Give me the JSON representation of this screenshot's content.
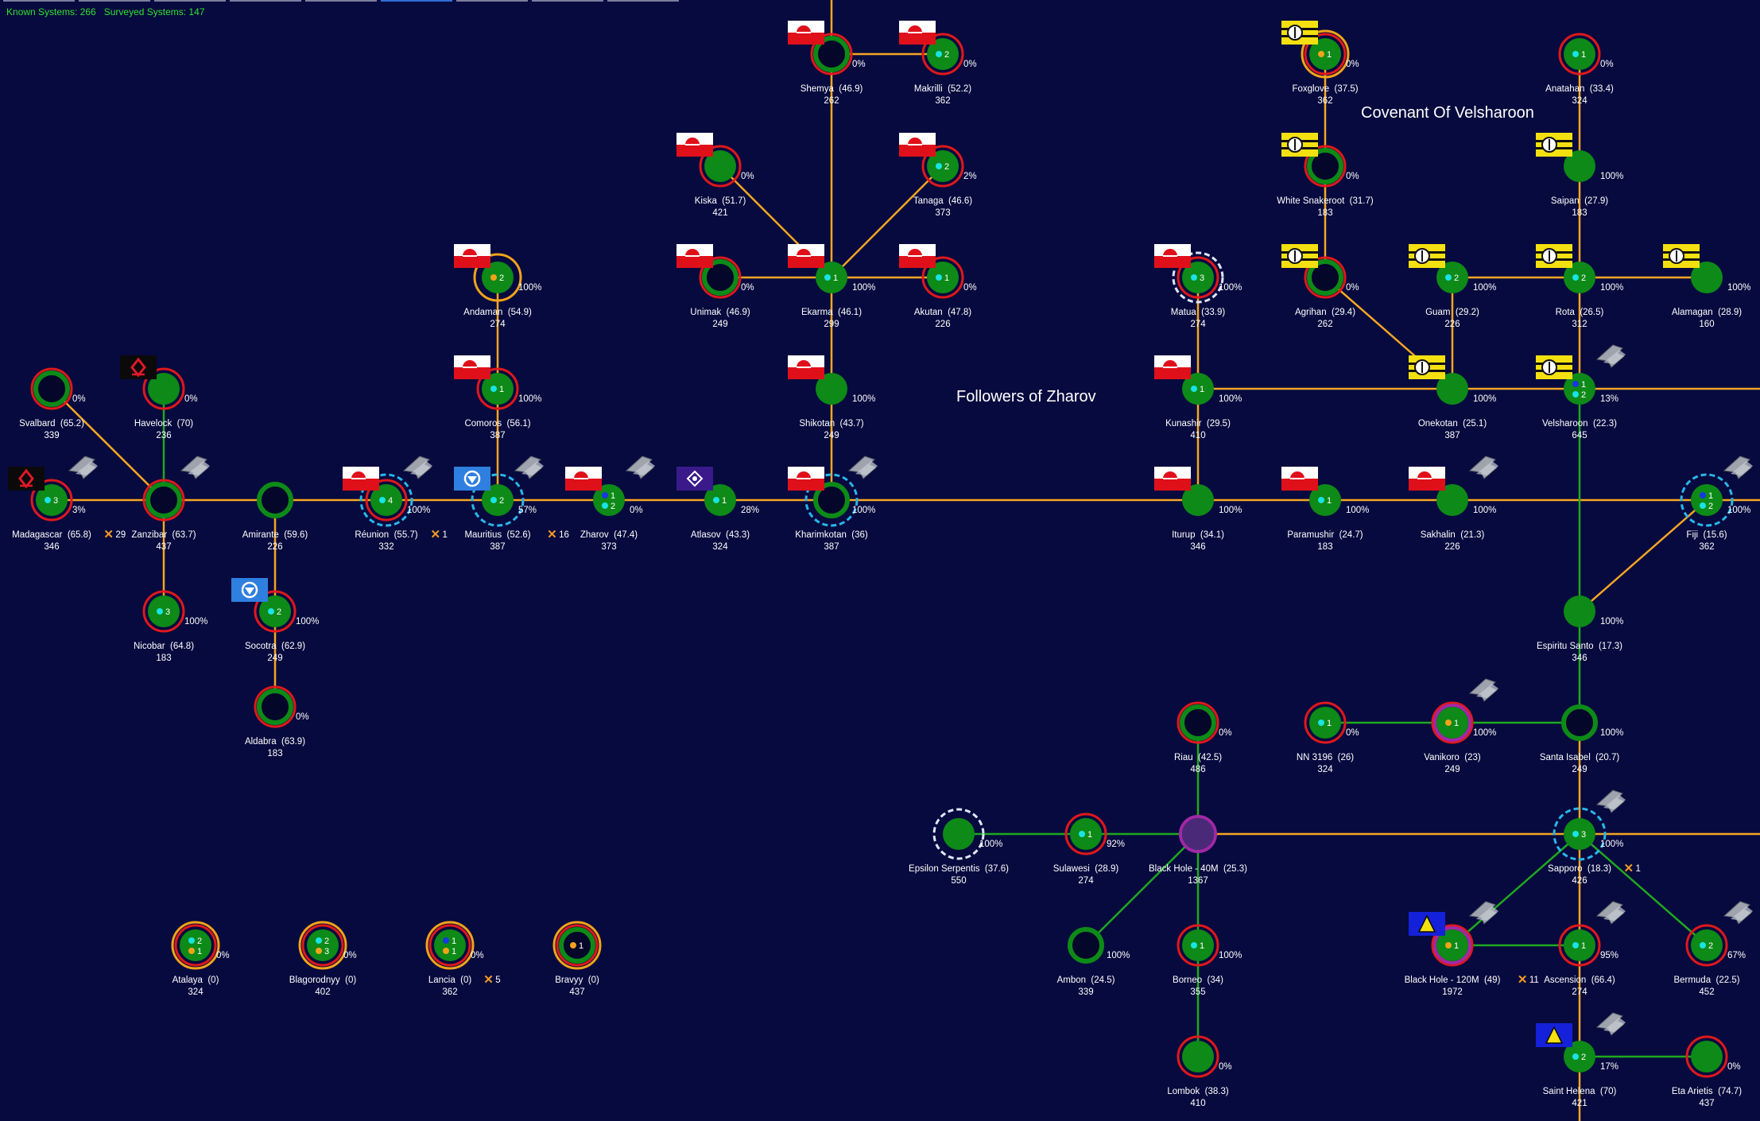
{
  "header": {
    "stats": "Known Systems: 266   Surveyed Systems: 147"
  },
  "tabs": [
    "",
    "",
    "",
    "",
    "",
    "",
    "",
    "",
    ""
  ],
  "regions": [
    {
      "id": "zharov",
      "label": "Followers of Zharov"
    },
    {
      "id": "velsharoon",
      "label": "Covenant Of Velsharoon"
    }
  ],
  "colors": {
    "background": "#070a3e",
    "jump_lane": "#f5a623",
    "green_lane": "#1fa81f",
    "planet": "#0d8a17",
    "owned_ring": "#e0181b",
    "bright_ring": "#f2a31a",
    "purple_ring": "#a128a6",
    "count_text": "#ffffff",
    "stats_text": "#2fe02f"
  },
  "systems": [
    {
      "id": "madagascar",
      "name": "Madagascar",
      "jr": "(65.8)",
      "pop": "346",
      "pct": "3%",
      "rings": [
        "red"
      ],
      "dots": [
        [
          "cyan",
          "3"
        ]
      ],
      "flag": "tannhauser",
      "ships": true,
      "military": "29"
    },
    {
      "id": "svalbard",
      "name": "Svalbard",
      "jr": "(65.2)",
      "pop": "339",
      "pct": "0%",
      "rings": [
        "red"
      ],
      "hollow": true
    },
    {
      "id": "havelock",
      "name": "Havelock",
      "jr": "(70)",
      "pop": "236",
      "pct": "0%",
      "rings": [
        "red"
      ],
      "flag": "tannhauser"
    },
    {
      "id": "zanzibar",
      "name": "Zanzibar",
      "jr": "(63.7)",
      "pop": "437",
      "rings": [
        "red"
      ],
      "hollow": true,
      "ships": true
    },
    {
      "id": "nicobar",
      "name": "Nicobar",
      "jr": "(64.8)",
      "pop": "183",
      "pct": "100%",
      "rings": [
        "red"
      ],
      "dots": [
        [
          "cyan",
          "3"
        ]
      ]
    },
    {
      "id": "amirante",
      "name": "Amirante",
      "jr": "(59.6)",
      "pop": "226",
      "hollow": true
    },
    {
      "id": "socotra",
      "name": "Socotra",
      "jr": "(62.9)",
      "pop": "249",
      "pct": "100%",
      "rings": [
        "red"
      ],
      "dots": [
        [
          "cyan",
          "2"
        ]
      ],
      "flag": "shield"
    },
    {
      "id": "aldabra",
      "name": "Aldabra",
      "jr": "(63.9)",
      "pop": "183",
      "pct": "0%",
      "rings": [
        "red"
      ],
      "hollow": true
    },
    {
      "id": "reunion",
      "name": "Réunion",
      "jr": "(55.7)",
      "pop": "332",
      "pct": "100%",
      "rings": [
        "red",
        "cyandash"
      ],
      "dots": [
        [
          "cyan",
          "4"
        ]
      ],
      "flag": "redwhite",
      "ships": true,
      "military": "1"
    },
    {
      "id": "mauritius",
      "name": "Mauritius",
      "jr": "(52.6)",
      "pop": "387",
      "pct": "57%",
      "rings": [
        "cyandash"
      ],
      "dots": [
        [
          "cyan",
          "2"
        ]
      ],
      "flag": "shield",
      "ships": true,
      "military": "16"
    },
    {
      "id": "andaman",
      "name": "Andaman",
      "jr": "(54.9)",
      "pop": "274",
      "pct": "100%",
      "rings": [
        "gold"
      ],
      "dots": [
        [
          "orange",
          "2"
        ]
      ],
      "flag": "redwhite"
    },
    {
      "id": "comoros",
      "name": "Comoros",
      "jr": "(56.1)",
      "pop": "387",
      "pct": "100%",
      "rings": [
        "red"
      ],
      "dots": [
        [
          "cyan",
          "1"
        ]
      ],
      "flag": "redwhite"
    },
    {
      "id": "zharov",
      "name": "Zharov",
      "jr": "(47.4)",
      "pop": "373",
      "pct": "0%",
      "dots": [
        [
          "blue",
          "1"
        ],
        [
          "cyan",
          "2"
        ]
      ],
      "flag": "redwhite",
      "ships": true
    },
    {
      "id": "atlasov",
      "name": "Atlasov",
      "jr": "(43.3)",
      "pop": "324",
      "pct": "28%",
      "dots": [
        [
          "cyan",
          "1"
        ]
      ],
      "flag": "purple"
    },
    {
      "id": "kharimkotan",
      "name": "Kharimkotan",
      "jr": "(36)",
      "pop": "387",
      "pct": "100%",
      "rings": [
        "cyandash"
      ],
      "hollow": true,
      "flag": "redwhite",
      "ships": true
    },
    {
      "id": "shikotan",
      "name": "Shikotan",
      "jr": "(43.7)",
      "pop": "249",
      "pct": "100%",
      "flag": "redwhite"
    },
    {
      "id": "ekarma",
      "name": "Ekarma",
      "jr": "(46.1)",
      "pop": "299",
      "pct": "100%",
      "dots": [
        [
          "cyan",
          "1"
        ]
      ],
      "flag": "redwhite"
    },
    {
      "id": "unimak",
      "name": "Unimak",
      "jr": "(46.9)",
      "pop": "249",
      "pct": "0%",
      "rings": [
        "red"
      ],
      "hollow": true,
      "flag": "redwhite"
    },
    {
      "id": "akutan",
      "name": "Akutan",
      "jr": "(47.8)",
      "pop": "226",
      "pct": "0%",
      "rings": [
        "red"
      ],
      "dots": [
        [
          "cyan",
          "1"
        ]
      ],
      "flag": "redwhite"
    },
    {
      "id": "kiska",
      "name": "Kiska",
      "jr": "(51.7)",
      "pop": "421",
      "pct": "0%",
      "rings": [
        "red"
      ],
      "flag": "redwhite"
    },
    {
      "id": "tanaga",
      "name": "Tanaga",
      "jr": "(46.6)",
      "pop": "373",
      "pct": "2%",
      "rings": [
        "red"
      ],
      "dots": [
        [
          "cyan",
          "2"
        ]
      ],
      "flag": "redwhite"
    },
    {
      "id": "shemya",
      "name": "Shemya",
      "jr": "(46.9)",
      "pop": "262",
      "pct": "0%",
      "rings": [
        "red"
      ],
      "hollow": true,
      "flag": "redwhite"
    },
    {
      "id": "makrilli",
      "name": "Makrilli",
      "jr": "(52.2)",
      "pop": "362",
      "pct": "0%",
      "rings": [
        "red"
      ],
      "dots": [
        [
          "cyan",
          "2"
        ]
      ],
      "flag": "redwhite"
    },
    {
      "id": "matua",
      "name": "Matua",
      "jr": "(33.9)",
      "pop": "274",
      "pct": "100%",
      "rings": [
        "red",
        "whitedash"
      ],
      "dots": [
        [
          "cyan",
          "3"
        ]
      ],
      "flag": "redwhite"
    },
    {
      "id": "kunashir",
      "name": "Kunashir",
      "jr": "(29.5)",
      "pop": "410",
      "pct": "100%",
      "dots": [
        [
          "cyan",
          "1"
        ]
      ],
      "flag": "redwhite"
    },
    {
      "id": "iturup",
      "name": "Iturup",
      "jr": "(34.1)",
      "pop": "346",
      "pct": "100%",
      "flag": "redwhite"
    },
    {
      "id": "paramushir",
      "name": "Paramushir",
      "jr": "(24.7)",
      "pop": "183",
      "pct": "100%",
      "dots": [
        [
          "cyan",
          "1"
        ]
      ],
      "flag": "redwhite"
    },
    {
      "id": "sakhalin",
      "name": "Sakhalin",
      "jr": "(21.3)",
      "pop": "226",
      "pct": "100%",
      "flag": "redwhite",
      "ships": true
    },
    {
      "id": "foxglove",
      "name": "Foxglove",
      "jr": "(37.5)",
      "pop": "362",
      "pct": "0%",
      "rings": [
        "red",
        "gold"
      ],
      "dots": [
        [
          "orange",
          "1"
        ]
      ],
      "flag": "yellow"
    },
    {
      "id": "whitesnakeroot",
      "name": "White Snakeroot",
      "jr": "(31.7)",
      "pop": "183",
      "pct": "0%",
      "rings": [
        "red"
      ],
      "hollow": true,
      "flag": "yellow"
    },
    {
      "id": "agrihan",
      "name": "Agrihan",
      "jr": "(29.4)",
      "pop": "262",
      "pct": "0%",
      "rings": [
        "red"
      ],
      "hollow": true,
      "flag": "yellow"
    },
    {
      "id": "guam",
      "name": "Guam",
      "jr": "(29.2)",
      "pop": "226",
      "pct": "100%",
      "dots": [
        [
          "cyan",
          "2"
        ]
      ],
      "flag": "yellow"
    },
    {
      "id": "rota",
      "name": "Rota",
      "jr": "(26.5)",
      "pop": "312",
      "pct": "100%",
      "dots": [
        [
          "cyan",
          "2"
        ]
      ],
      "flag": "yellow"
    },
    {
      "id": "alamagan",
      "name": "Alamagan",
      "jr": "(28.9)",
      "pop": "160",
      "pct": "100%",
      "flag": "yellow"
    },
    {
      "id": "anatahan",
      "name": "Anatahan",
      "jr": "(33.4)",
      "pop": "324",
      "pct": "0%",
      "rings": [
        "red"
      ],
      "dots": [
        [
          "cyan",
          "1"
        ]
      ]
    },
    {
      "id": "saipan",
      "name": "Saipan",
      "jr": "(27.9)",
      "pop": "183",
      "pct": "100%",
      "flag": "yellow"
    },
    {
      "id": "onekotan",
      "name": "Onekotan",
      "jr": "(25.1)",
      "pop": "387",
      "pct": "100%",
      "flag": "yellow"
    },
    {
      "id": "velsharoon",
      "name": "Velsharoon",
      "jr": "(22.3)",
      "pop": "645",
      "pct": "13%",
      "dots": [
        [
          "blue",
          "1"
        ],
        [
          "cyan",
          "2"
        ]
      ],
      "flag": "yellow",
      "ships": true
    },
    {
      "id": "fiji",
      "name": "Fiji",
      "jr": "(15.6)",
      "pop": "362",
      "pct": "100%",
      "rings": [
        "cyandash"
      ],
      "dots": [
        [
          "blue",
          "1"
        ],
        [
          "cyan",
          "2"
        ]
      ],
      "ships": true
    },
    {
      "id": "espiritusanto",
      "name": "Espiritu Santo",
      "jr": "(17.3)",
      "pop": "346",
      "pct": "100%"
    },
    {
      "id": "santaisabel",
      "name": "Santa Isabel",
      "jr": "(20.7)",
      "pop": "249",
      "pct": "100%",
      "hollow": true
    },
    {
      "id": "vanikoro",
      "name": "Vanikoro",
      "jr": "(23)",
      "pop": "249",
      "pct": "100%",
      "rings": [
        "red",
        "purple"
      ],
      "dots": [
        [
          "orange",
          "1"
        ]
      ],
      "ships": true
    },
    {
      "id": "nn3196",
      "name": "NN 3196",
      "jr": "(26)",
      "pop": "324",
      "pct": "0%",
      "rings": [
        "red"
      ],
      "dots": [
        [
          "cyan",
          "1"
        ]
      ]
    },
    {
      "id": "riau",
      "name": "Riau",
      "jr": "(42.5)",
      "pop": "486",
      "pct": "0%",
      "rings": [
        "red"
      ],
      "hollow": true
    },
    {
      "id": "epsilonserpentis",
      "name": "Epsilon Serpentis",
      "jr": "(37.6)",
      "pop": "550",
      "pct": "100%",
      "rings": [
        "whitedash"
      ]
    },
    {
      "id": "sulawesi",
      "name": "Sulawesi",
      "jr": "(28.9)",
      "pop": "274",
      "pct": "92%",
      "rings": [
        "red"
      ],
      "dots": [
        [
          "cyan",
          "1"
        ]
      ]
    },
    {
      "id": "blackhole40",
      "name": "Black Hole - 40M",
      "jr": "(25.3)",
      "pop": "1367",
      "rings": [
        "purple"
      ],
      "blackhole": true
    },
    {
      "id": "ambon",
      "name": "Ambon",
      "jr": "(24.5)",
      "pop": "339",
      "pct": "100%",
      "hollow": true
    },
    {
      "id": "borneo",
      "name": "Borneo",
      "jr": "(34)",
      "pop": "355",
      "pct": "100%",
      "rings": [
        "red"
      ],
      "dots": [
        [
          "cyan",
          "1"
        ]
      ]
    },
    {
      "id": "lombok",
      "name": "Lombok",
      "jr": "(38.3)",
      "pop": "410",
      "pct": "0%",
      "rings": [
        "red"
      ]
    },
    {
      "id": "sapporo",
      "name": "Sapporo",
      "jr": "(18.3)",
      "pop": "426",
      "pct": "100%",
      "rings": [
        "cyandash"
      ],
      "dots": [
        [
          "cyan",
          "3"
        ]
      ],
      "ships": true,
      "military": "1"
    },
    {
      "id": "blackhole120",
      "name": "Black Hole - 120M",
      "jr": "(49)",
      "pop": "1972",
      "rings": [
        "red",
        "purple"
      ],
      "dots": [
        [
          "orange",
          "1"
        ]
      ],
      "flag": "bluetri",
      "ships": true,
      "military": "11"
    },
    {
      "id": "ascension",
      "name": "Ascension",
      "jr": "(66.4)",
      "pop": "274",
      "pct": "95%",
      "rings": [
        "red"
      ],
      "dots": [
        [
          "cyan",
          "1"
        ]
      ],
      "ships": true
    },
    {
      "id": "bermuda",
      "name": "Bermuda",
      "jr": "(22.5)",
      "pop": "452",
      "pct": "67%",
      "rings": [
        "red"
      ],
      "dots": [
        [
          "cyan",
          "2"
        ]
      ],
      "ships": true
    },
    {
      "id": "sainthelena",
      "name": "Saint Helena",
      "jr": "(70)",
      "pop": "421",
      "pct": "17%",
      "dots": [
        [
          "cyan",
          "2"
        ]
      ],
      "flag": "bluetri",
      "ships": true
    },
    {
      "id": "etaarietis",
      "name": "Eta Arietis",
      "jr": "(74.7)",
      "pop": "437",
      "pct": "0%",
      "rings": [
        "red"
      ]
    },
    {
      "id": "atalaya",
      "name": "Atalaya",
      "jr": "(0)",
      "pop": "324",
      "pct": "0%",
      "rings": [
        "red",
        "gold"
      ],
      "dots": [
        [
          "cyan",
          "2"
        ],
        [
          "orange",
          "1"
        ]
      ]
    },
    {
      "id": "blagorodnyy",
      "name": "Blagorodnyy",
      "jr": "(0)",
      "pop": "402",
      "pct": "0%",
      "rings": [
        "red",
        "gold"
      ],
      "dots": [
        [
          "cyan",
          "2"
        ],
        [
          "orange",
          "3"
        ]
      ]
    },
    {
      "id": "lancia",
      "name": "Lancia",
      "jr": "(0)",
      "pop": "362",
      "pct": "0%",
      "rings": [
        "red",
        "gold"
      ],
      "dots": [
        [
          "blue",
          "1"
        ],
        [
          "orange",
          "1"
        ]
      ],
      "military": "5"
    },
    {
      "id": "bravyy",
      "name": "Bravyy",
      "jr": "(0)",
      "pop": "437",
      "rings": [
        "red",
        "gold"
      ],
      "hollow": true,
      "dots": [
        [
          "orange",
          "1"
        ]
      ]
    }
  ]
}
